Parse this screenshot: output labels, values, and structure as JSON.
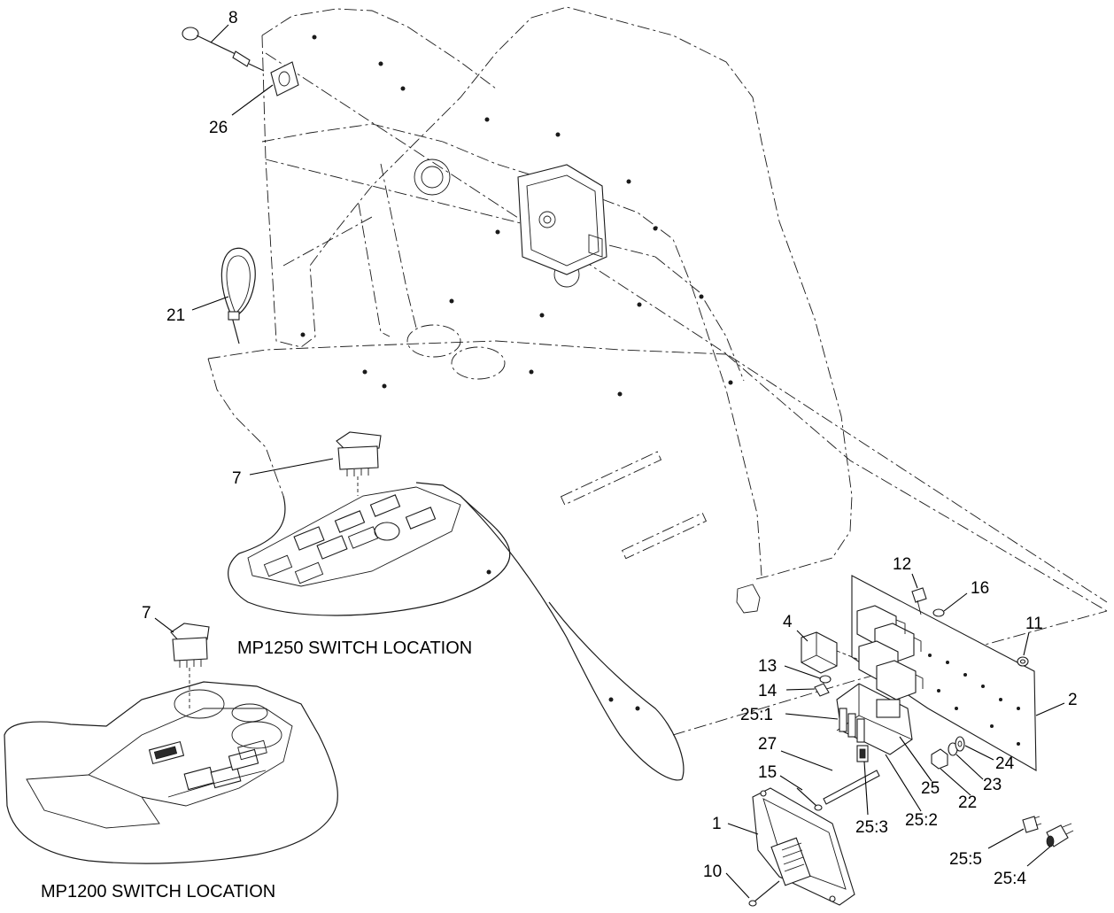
{
  "callouts": {
    "c8": "8",
    "c26": "26",
    "c21": "21",
    "c7a": "7",
    "c7b": "7",
    "c12": "12",
    "c16": "16",
    "c11": "11",
    "c4": "4",
    "c13": "13",
    "c14": "14",
    "c25_1": "25:1",
    "c2": "2",
    "c27": "27",
    "c24": "24",
    "c15": "15",
    "c25": "25",
    "c23": "23",
    "c22": "22",
    "c1": "1",
    "c25_3": "25:3",
    "c25_2": "25:2",
    "c25_5": "25:5",
    "c25_4": "25:4",
    "c10": "10"
  },
  "captions": {
    "mp1250": "MP1250 SWITCH LOCATION",
    "mp1200": "MP1200 SWITCH LOCATION"
  }
}
